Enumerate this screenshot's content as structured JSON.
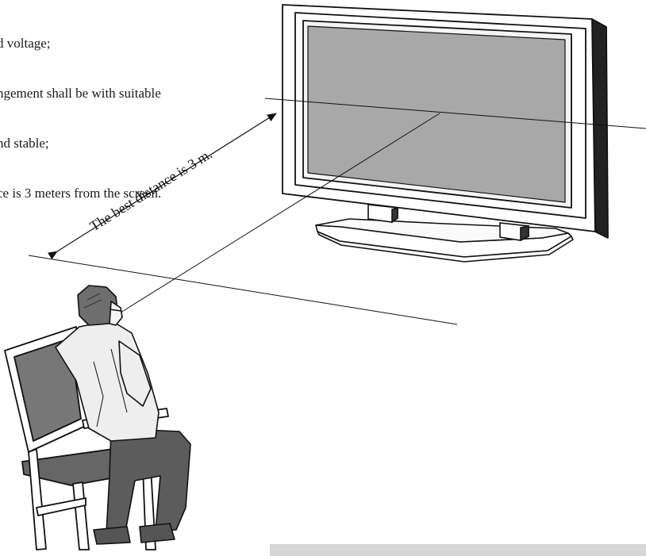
{
  "instructions": {
    "lines": [
      "d voltage;",
      "ngement shall be with suitable",
      "nd stable;",
      "ce is 3 meters from the screen."
    ]
  },
  "diagram": {
    "distance_label": "The best distance is 3 m."
  },
  "colors": {
    "screen_fill": "#a8a8a8",
    "outline": "#111111",
    "chair_back": "#777777",
    "trousers": "#5c5c5c",
    "hair": "#6e6e6e",
    "shirt": "#eeeeee",
    "footer_bar": "#d6d6d6"
  }
}
